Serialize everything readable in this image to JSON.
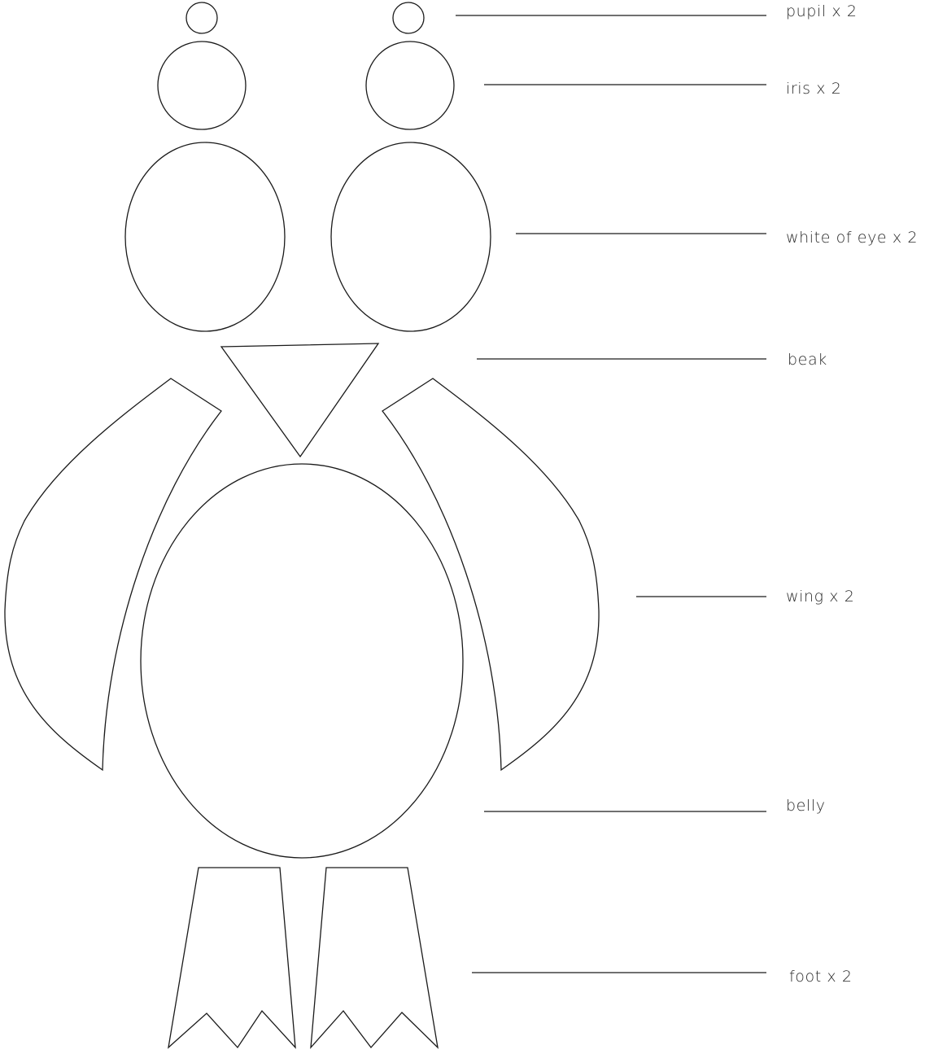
{
  "labels": {
    "pupil": "pupil x 2",
    "iris": "iris x 2",
    "white_of_eye": "white of eye x 2",
    "beak": "beak",
    "wing": "wing x 2",
    "belly": "belly",
    "foot": "foot x 2"
  }
}
